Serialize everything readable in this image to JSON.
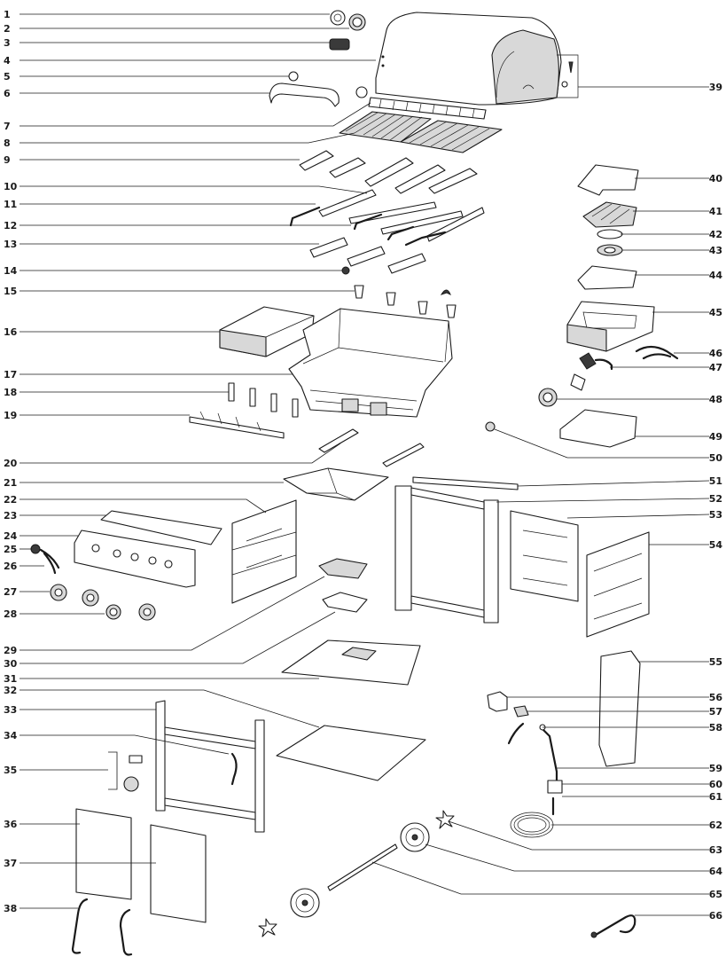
{
  "diagram": {
    "type": "exploded-parts-view",
    "callouts_left": [
      "1",
      "2",
      "3",
      "4",
      "5",
      "6",
      "7",
      "8",
      "9",
      "10",
      "11",
      "12",
      "13",
      "14",
      "15",
      "16",
      "17",
      "18",
      "19",
      "20",
      "21",
      "22",
      "23",
      "24",
      "25",
      "26",
      "27",
      "28",
      "29",
      "30",
      "31",
      "32",
      "33",
      "34",
      "35",
      "36",
      "37",
      "38"
    ],
    "callouts_right": [
      "39",
      "40",
      "41",
      "42",
      "43",
      "44",
      "45",
      "46",
      "47",
      "48",
      "49",
      "50",
      "51",
      "52",
      "53",
      "54",
      "55",
      "56",
      "57",
      "58",
      "59",
      "60",
      "61",
      "62",
      "63",
      "64",
      "65",
      "66"
    ]
  }
}
